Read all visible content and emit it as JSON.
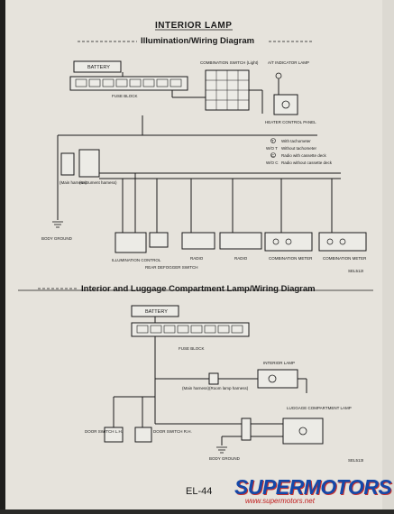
{
  "header": {
    "title": "INTERIOR LAMP"
  },
  "diagram1": {
    "title": "Illumination/Wiring Diagram",
    "labels": {
      "battery": "BATTERY",
      "fuse_block": "FUSE BLOCK",
      "combination_switch": "COMBINATION SWITCH (Light)",
      "at_indicator": "A/T INDICATOR LAMP",
      "heater_control": "HEATER CONTROL PANEL",
      "illumination_control": "ILLUMINATION CONTROL",
      "rear_defogger": "REAR DEFOGGER SWITCH",
      "radio_cassette": "RADIO",
      "radio": "RADIO",
      "combination_meter_1": "COMBINATION METER",
      "combination_meter_2": "COMBINATION METER",
      "body_ground": "BODY GROUND",
      "main_harness": "(Main harness)",
      "instrument_harness": "(Instrument harness)",
      "ref": "SEL512I"
    },
    "legend": [
      {
        "key": "T",
        "text": "With tachometer"
      },
      {
        "key": "W/O T",
        "text": "Without tachometer"
      },
      {
        "key": "C",
        "text": "Radio with cassette deck"
      },
      {
        "key": "W/O C",
        "text": "Radio without cassette deck"
      }
    ]
  },
  "diagram2": {
    "title": "Interior and Luggage Compartment Lamp/Wiring Diagram",
    "labels": {
      "battery": "BATTERY",
      "fuse_block": "FUSE BLOCK",
      "interior_lamp": "INTERIOR LAMP",
      "luggage_lamp": "LUGGAGE COMPARTMENT LAMP",
      "door_switch_lh": "DOOR SWITCH L.H.",
      "door_switch_rh": "DOOR SWITCH R.H.",
      "body_ground": "BODY GROUND",
      "main_harness": "(Main harness)",
      "room_lamp_harness": "(Room lamp harness)",
      "ref": "SEL513I"
    }
  },
  "footer": {
    "page": "EL-44",
    "logo": "SUPERMOTORS",
    "url": "www.supermotors.net"
  }
}
